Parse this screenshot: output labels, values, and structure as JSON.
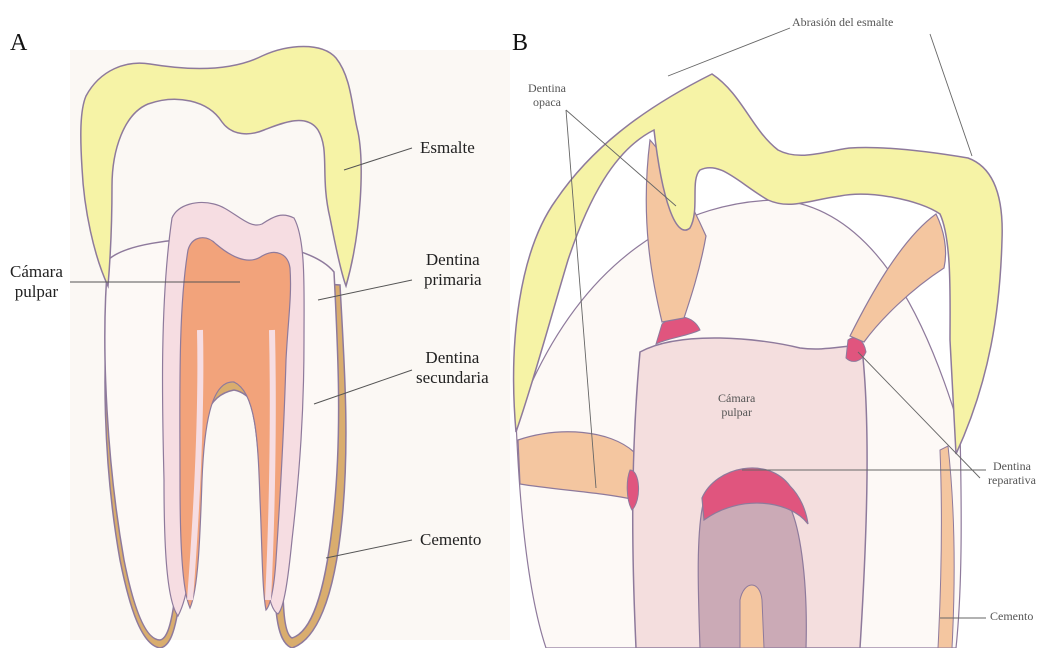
{
  "panel_a": {
    "letter": "A",
    "labels": {
      "esmalte": "Esmalte",
      "camara_pulpar_1": "Cámara",
      "camara_pulpar_2": "pulpar",
      "dentina_primaria_1": "Dentina",
      "dentina_primaria_2": "primaria",
      "dentina_secundaria_1": "Dentina",
      "dentina_secundaria_2": "secundaria",
      "cemento": "Cemento"
    }
  },
  "panel_b": {
    "letter": "B",
    "labels": {
      "abrasion": "Abrasión del esmalte",
      "dentina_opaca_1": "Dentina",
      "dentina_opaca_2": "opaca",
      "camara_pulpar_1": "Cámara",
      "camara_pulpar_2": "pulpar",
      "dentina_reparativa_1": "Dentina",
      "dentina_reparativa_2": "reparativa",
      "cemento": "Cemento"
    }
  },
  "colors": {
    "enamel": "#f6f3a6",
    "dentin": "#fdf9f6",
    "secondary_dentin": "#f6dde2",
    "pulp": "#f2a37b",
    "cementum": "#d9ad6e",
    "opaque_dentin": "#f4c6a0",
    "reparative_dentin": "#e0557e",
    "pulp_chamber_b": "#f4dede",
    "pulp_deep_b": "#cbaab6",
    "outline": "#8e7a9c"
  }
}
